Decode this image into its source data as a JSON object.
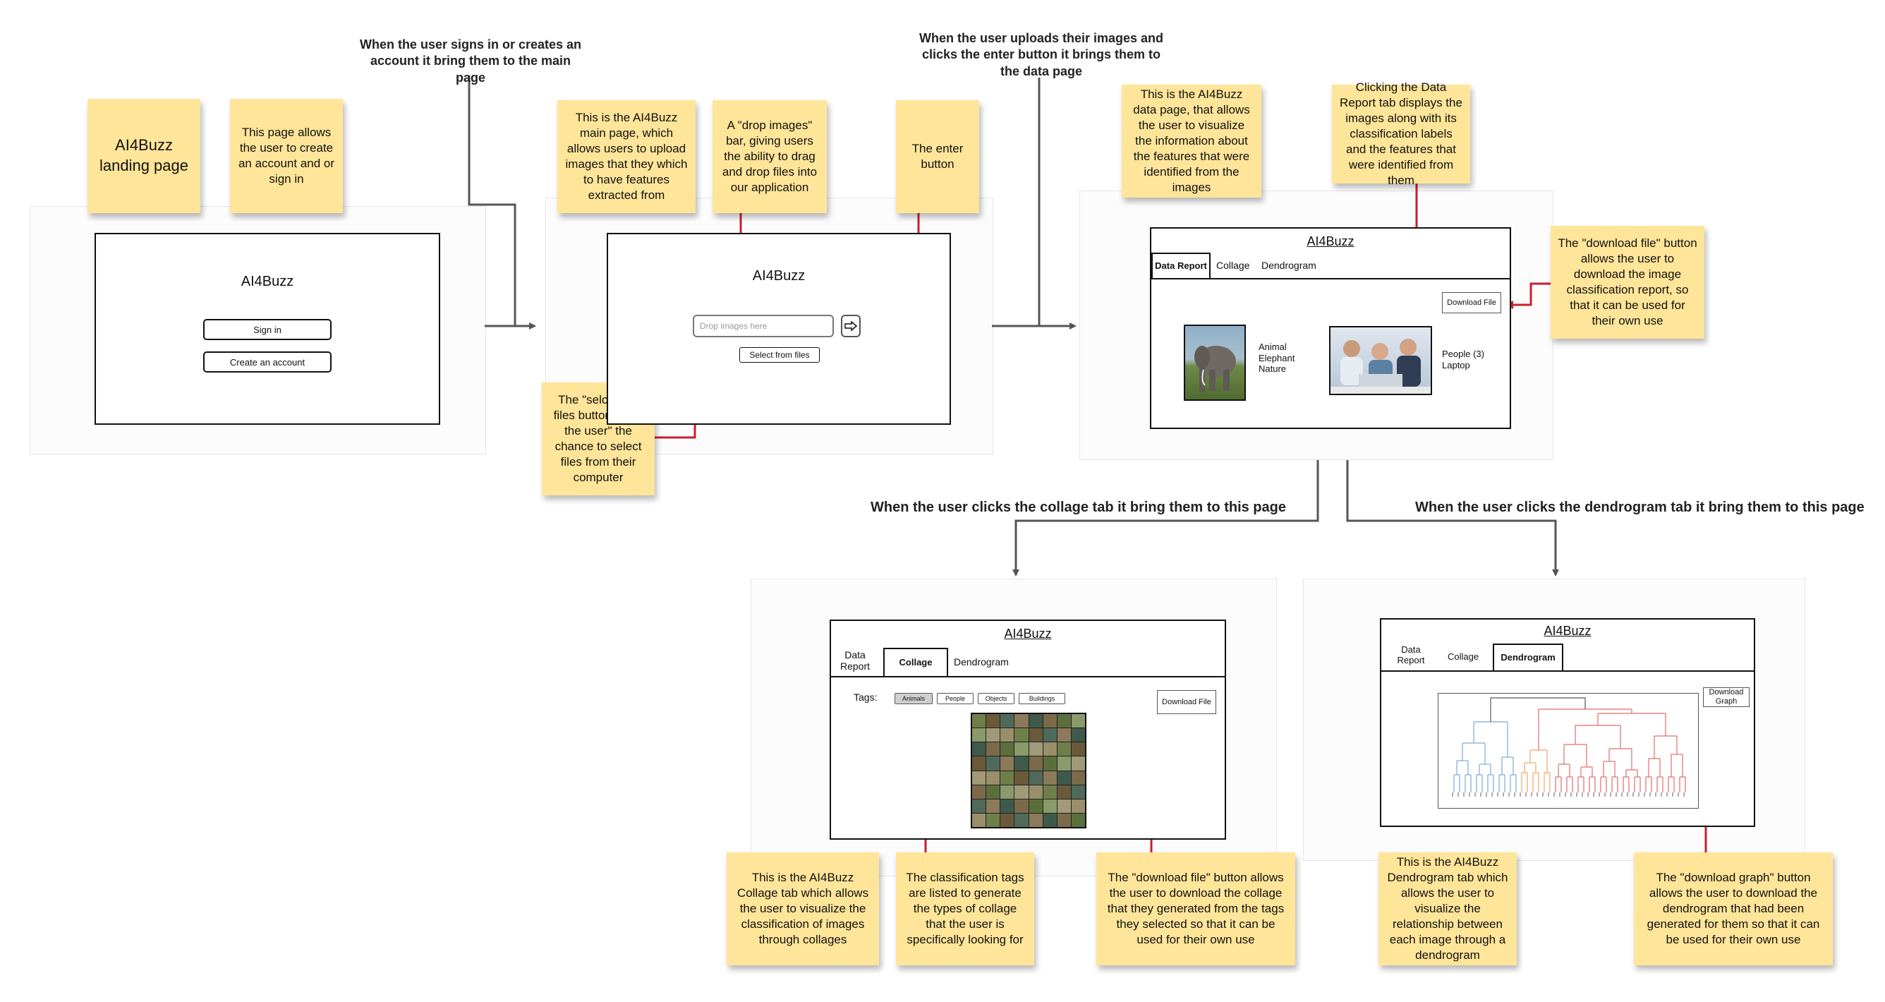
{
  "captions": {
    "signin": "When the user signs in or creates an account it bring them to the main page",
    "upload": "When the user uploads their images and clicks the enter button it brings them to the data page",
    "collage": "When the user clicks the collage tab it bring them to this page",
    "dendrogram": "When the user clicks the dendrogram tab it bring them to this page"
  },
  "landing": {
    "app_title": "AI4Buzz",
    "signin_label": "Sign in",
    "create_label": "Create an account",
    "note_title": "AI4Buzz landing page",
    "note_desc": "This page allows the user to create an account and or sign in"
  },
  "main": {
    "app_title": "AI4Buzz",
    "drop_placeholder": "Drop images here",
    "enter_icon": "arrow-right-icon",
    "select_label": "Select from files",
    "note_main": "This is the AI4Buzz main page, which allows users to upload images that they which to have features extracted from",
    "note_drop": "A \"drop images\" bar, giving users the ability to drag and drop files into our application",
    "note_enter": "The enter button",
    "note_select": "The \"selct from files button gives the user\" the chance to select files from their computer"
  },
  "data_page": {
    "app_title": "AI4Buzz",
    "tabs": [
      "Data Report",
      "Collage",
      "Dendrogram"
    ],
    "download_label": "Download File",
    "image1_labels": [
      "Animal",
      "Elephant",
      "Nature"
    ],
    "image2_labels": [
      "People (3)",
      "Laptop"
    ],
    "note_desc": "This is the AI4Buzz data page, that allows the user to visualize the information about the features that were identified from the images",
    "note_tab": "Clicking the Data Report tab displays the images along with its classification labels and the features that were identified from them",
    "note_download": "The \"download file\" button allows the user to download the image classification report, so that it can be used for their own use"
  },
  "collage_page": {
    "app_title": "AI4Buzz",
    "tabs": [
      "Data Report",
      "Collage",
      "Dendrogram"
    ],
    "tags_label": "Tags:",
    "tags": [
      "Animals",
      "People",
      "Objects",
      "Buildings"
    ],
    "download_label": "Download File",
    "note_desc": "This is the AI4Buzz Collage tab which allows the user to visualize the classification of images through collages",
    "note_tags": "The classification tags are listed to generate the types of collage that the user is specifically looking for",
    "note_download": "The \"download file\" button allows the user to download the collage that they generated from the tags they selected so that it can be used for their own use"
  },
  "dendrogram_page": {
    "app_title": "AI4Buzz",
    "tabs": [
      "Data Report",
      "Collage",
      "Dendrogram"
    ],
    "download_label": "Download Graph",
    "note_desc": "This is the AI4Buzz Dendrogram tab which allows the user to visualize the relationship between each image through a dendrogram",
    "note_download": "The \"download graph\" button allows the user to download the dendrogram that had been generated for them so that it can be used for their own use"
  },
  "colors": {
    "sticky": "#ffe599",
    "arrow_red": "#c8202f",
    "arrow_gray": "#555555",
    "dendro_blue": "#7aa9d8",
    "dendro_red": "#e36b6b",
    "dendro_orange": "#f2a36b"
  }
}
